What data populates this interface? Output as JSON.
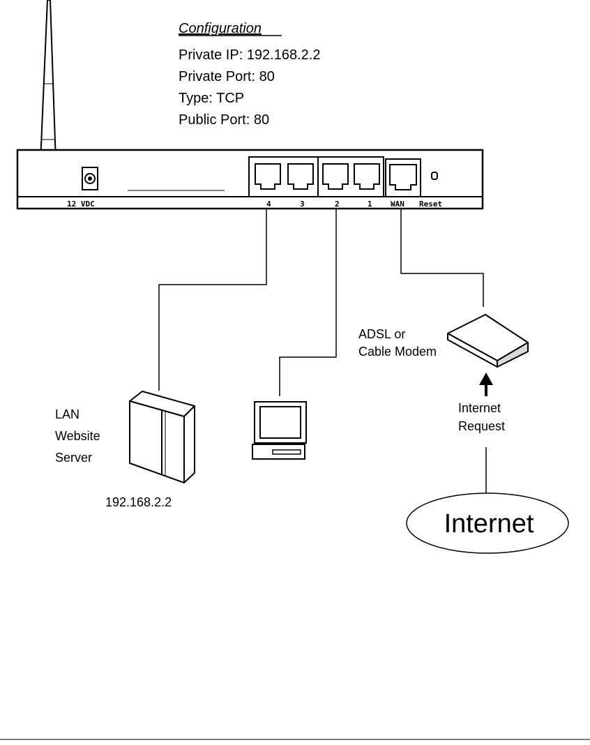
{
  "configuration": {
    "heading": "Configuration",
    "private_ip": "Private IP: 192.168.2.2",
    "private_port": "Private Port: 80",
    "type": "Type: TCP",
    "public_port": "Public Port: 80"
  },
  "router": {
    "power_label": "12 VDC",
    "port_labels": [
      "4",
      "3",
      "2",
      "1",
      "WAN",
      "Reset"
    ]
  },
  "server": {
    "label_lines": [
      "LAN",
      "Website",
      "Server"
    ],
    "ip": "192.168.2.2"
  },
  "modem": {
    "label_lines": [
      "ADSL or",
      "Cable Modem"
    ]
  },
  "request": {
    "label_lines": [
      "Internet",
      "Request"
    ]
  },
  "internet": {
    "label": "Internet"
  }
}
